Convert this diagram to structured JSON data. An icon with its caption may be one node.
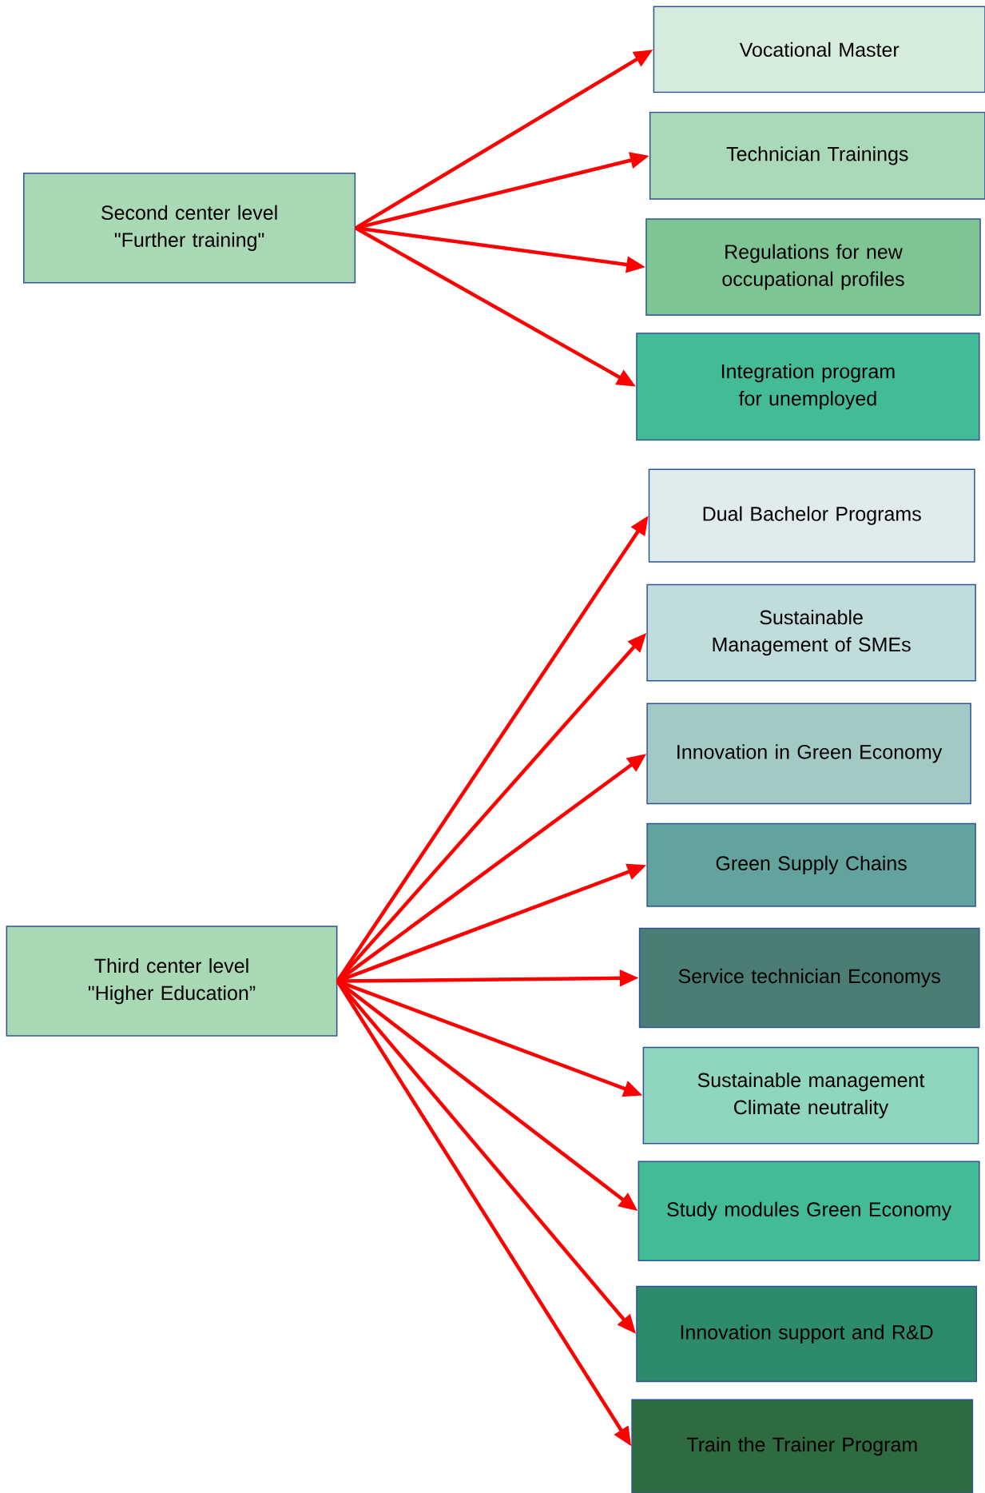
{
  "diagram": {
    "nodes": [
      {
        "text": [
          "Second center level \"Further training\""
        ]
      },
      {
        "text": [
          "Vocational Master"
        ]
      },
      {
        "text": [
          "Technician Trainings"
        ]
      },
      {
        "text": [
          "Regulations for new occupational profiles"
        ]
      },
      {
        "text": [
          "Integration program for unemployed"
        ]
      },
      {
        "text": [
          "Third center level \"Higher Education”"
        ]
      },
      {
        "text": [
          "Dual Bachelor Programs"
        ]
      },
      {
        "text": [
          "Sustainable Management of SMEs"
        ]
      },
      {
        "text": [
          "Innovation in Green Economy"
        ]
      },
      {
        "text": [
          "Green Supply Chains"
        ]
      },
      {
        "text": [
          "Service technician Economys"
        ]
      },
      {
        "text": [
          "Sustainable management Climate neutrality"
        ]
      },
      {
        "text": [
          "Study modules Green Economy"
        ]
      },
      {
        "text": [
          "Innovation support and R&D"
        ]
      },
      {
        "text": [
          "Train the Trainer Program"
        ]
      }
    ],
    "edges": [
      {
        "from": 0,
        "to": 1,
        "arrow": "to"
      },
      {
        "from": 0,
        "to": 2,
        "arrow": "to"
      },
      {
        "from": 0,
        "to": 3,
        "arrow": "to"
      },
      {
        "from": 0,
        "to": 4,
        "arrow": "to"
      },
      {
        "from": 5,
        "to": 6,
        "arrow": "to"
      },
      {
        "from": 5,
        "to": 7,
        "arrow": "to"
      },
      {
        "from": 5,
        "to": 8,
        "arrow": "to"
      },
      {
        "from": 5,
        "to": 9,
        "arrow": "to"
      },
      {
        "from": 5,
        "to": 10,
        "arrow": "to"
      },
      {
        "from": 5,
        "to": 11,
        "arrow": "to"
      },
      {
        "from": 5,
        "to": 12,
        "arrow": "to"
      },
      {
        "from": 5,
        "to": 13,
        "arrow": "to"
      },
      {
        "from": 5,
        "to": 14,
        "arrow": "to"
      }
    ]
  }
}
